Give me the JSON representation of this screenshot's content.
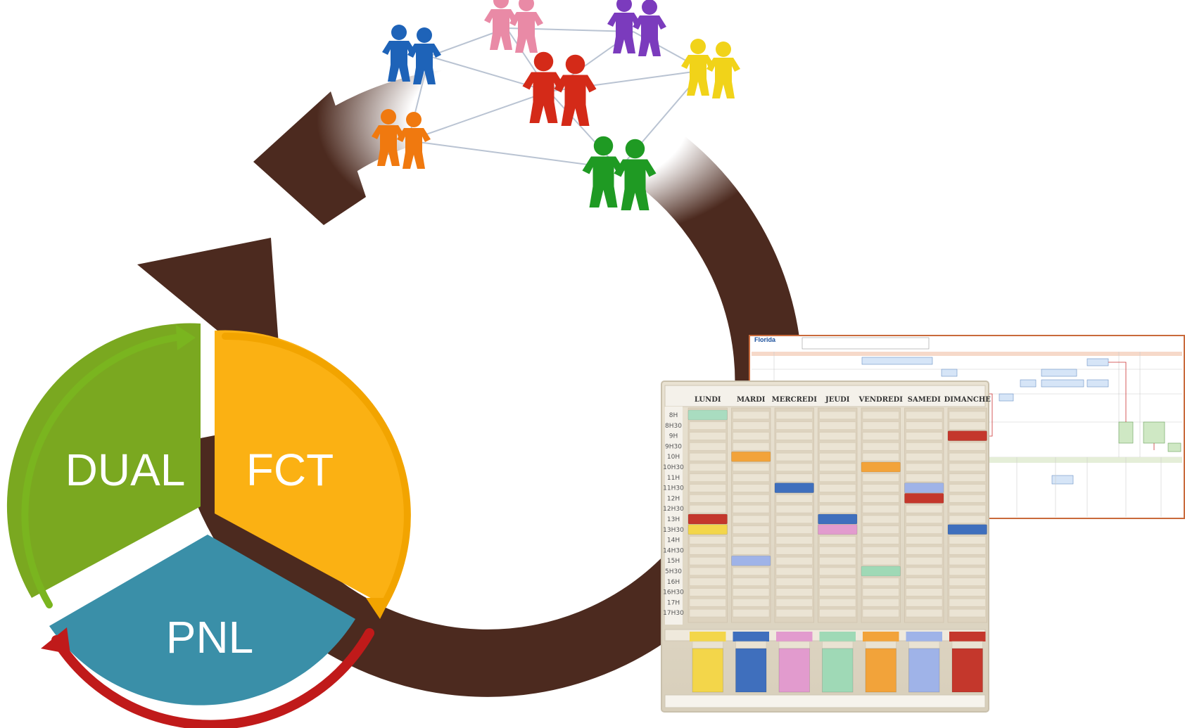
{
  "cycle": {
    "segments": [
      {
        "key": "dual",
        "label": "DUAL",
        "color": "#7aa820"
      },
      {
        "key": "fct",
        "label": "FCT",
        "color": "#fbb113"
      },
      {
        "key": "pnl",
        "label": "PNL",
        "color": "#3a8fa8"
      }
    ],
    "arrow_colors": {
      "big_ring": "#4c2a1f",
      "dual_arrow": "#7ab51f",
      "fct_arrow": "#f2a400",
      "pnl_arrow": "#c01a1a"
    }
  },
  "network": {
    "groups": [
      {
        "name": "blue",
        "color": "#1e63b8"
      },
      {
        "name": "pink",
        "color": "#e98aa6"
      },
      {
        "name": "purple",
        "color": "#7b3bbd"
      },
      {
        "name": "yellow",
        "color": "#f1d319"
      },
      {
        "name": "red",
        "color": "#d42a18"
      },
      {
        "name": "orange",
        "color": "#f0790f"
      },
      {
        "name": "green",
        "color": "#1f9a23"
      }
    ]
  },
  "document": {
    "logo": "Florida"
  },
  "planning_board": {
    "days": [
      "LUNDI",
      "MARDI",
      "MERCREDI",
      "JEUDI",
      "VENDREDI",
      "SAMEDI",
      "DIMANCHE"
    ],
    "hours": [
      "8H",
      "8H30",
      "9H",
      "9H30",
      "10H",
      "10H30",
      "11H",
      "11H30",
      "12H",
      "12H30",
      "13H",
      "13H30",
      "14H",
      "14H30",
      "15H",
      "5H30",
      "16H",
      "16H30",
      "17H",
      "17H30"
    ],
    "card_colors": [
      "#f3d64a",
      "#3f6fbd",
      "#e29bce",
      "#9fd9b6",
      "#f2a33a",
      "#9fb3e8",
      "#c4372c"
    ],
    "cards": [
      {
        "day": 0,
        "slot": 0,
        "color": "#a9dcc0"
      },
      {
        "day": 0,
        "slot": 10,
        "color": "#c4372c"
      },
      {
        "day": 0,
        "slot": 11,
        "color": "#f3d64a"
      },
      {
        "day": 1,
        "slot": 4,
        "color": "#f2a33a"
      },
      {
        "day": 1,
        "slot": 14,
        "color": "#9fb3e8"
      },
      {
        "day": 2,
        "slot": 7,
        "color": "#3f6fbd"
      },
      {
        "day": 3,
        "slot": 10,
        "color": "#3f6fbd"
      },
      {
        "day": 3,
        "slot": 11,
        "color": "#e29bce"
      },
      {
        "day": 4,
        "slot": 5,
        "color": "#f2a33a"
      },
      {
        "day": 4,
        "slot": 15,
        "color": "#9fd9b6"
      },
      {
        "day": 5,
        "slot": 7,
        "color": "#9fb3e8"
      },
      {
        "day": 5,
        "slot": 8,
        "color": "#c4372c"
      },
      {
        "day": 6,
        "slot": 2,
        "color": "#c4372c"
      },
      {
        "day": 6,
        "slot": 11,
        "color": "#3f6fbd"
      }
    ]
  }
}
